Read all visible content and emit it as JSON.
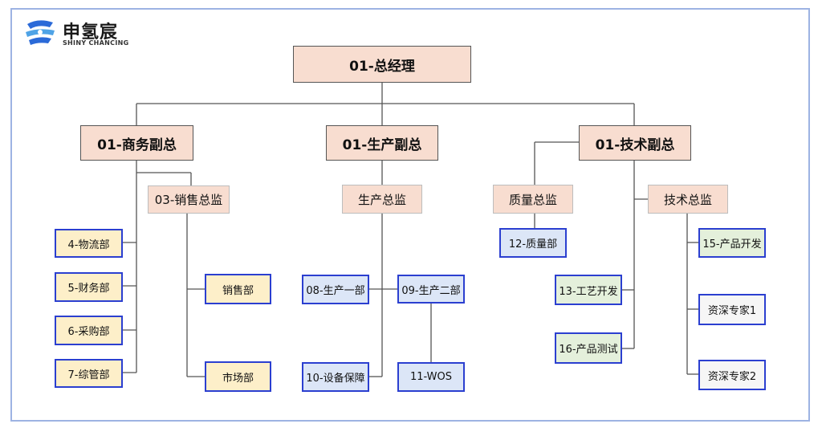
{
  "logo": {
    "name": "申氢宸",
    "subtitle": "SHINY CHANCING",
    "colors": {
      "primary": "#2b6ad8",
      "accent": "#4fa3e6"
    }
  },
  "nodes": {
    "ceo": "01-总经理",
    "vp_business": "01-商务副总",
    "vp_production": "01-生产副总",
    "vp_technology": "01-技术副总",
    "sales_director": "03-销售总监",
    "production_director": "生产总监",
    "quality_director": "质量总监",
    "tech_director": "技术总监",
    "logistics": "4-物流部",
    "finance": "5-财务部",
    "purchasing": "6-采购部",
    "general_admin": "7-综管部",
    "sales_dept": "销售部",
    "marketing_dept": "市场部",
    "production_1": "08-生产一部",
    "production_2": "09-生产二部",
    "equipment": "10-设备保障",
    "wos": "11-WOS",
    "quality_dept": "12-质量部",
    "process_dev": "13-工艺开发",
    "product_test": "16-产品测试",
    "product_dev": "15-产品开发",
    "senior_expert_1": "资深专家1",
    "senior_expert_2": "资深专家2"
  },
  "colors": {
    "executive_fill": "#f8ddd0",
    "department_border": "#2b3fd0",
    "business_fill": "#fdefc9",
    "production_fill": "#dce6f7",
    "technology_fill": "#e4f0db",
    "expert_fill": "#f6f6f6",
    "frame_border": "#9db3e3"
  }
}
